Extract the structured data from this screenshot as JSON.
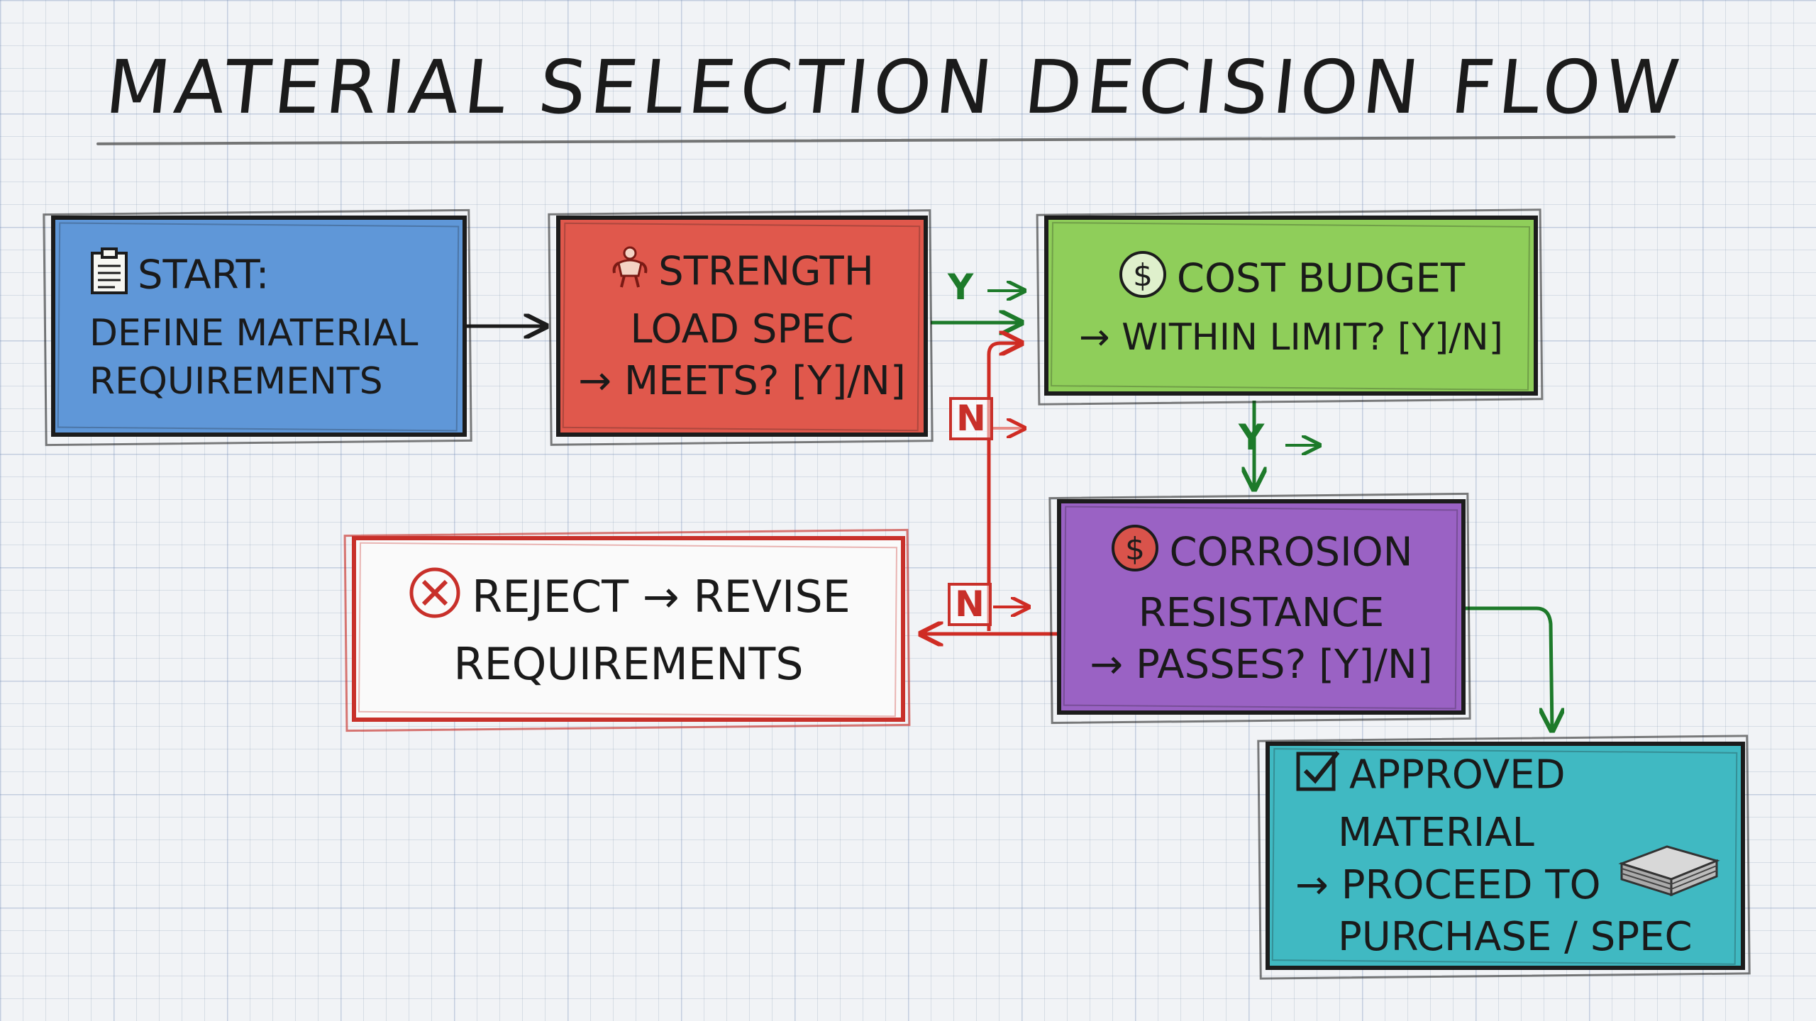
{
  "title": "MATERIAL SELECTION DECISION FLOW",
  "nodes": {
    "start": {
      "line1": "START:",
      "line2": "DEFINE MATERIAL",
      "line3": "REQUIREMENTS",
      "icon": "clipboard-icon",
      "color": "#5f97d8"
    },
    "strength": {
      "line1": "STRENGTH",
      "line2": "LOAD SPEC",
      "line3": "→ MEETS? [Y]/N]",
      "icon": "strongman-icon",
      "color": "#e0584c"
    },
    "cost": {
      "line1": "COST BUDGET",
      "line2": "→ WITHIN LIMIT? [Y]/N]",
      "icon": "dollar-coin-icon",
      "color": "#8fce5a"
    },
    "corrosion": {
      "line1": "CORROSION",
      "line2": "RESISTANCE",
      "line3": "→ PASSES? [Y]/N]",
      "icon": "dollar-coin-icon",
      "color": "#9a62c4"
    },
    "reject": {
      "line1": "REJECT → REVISE",
      "line2": "REQUIREMENTS",
      "icon": "x-circle-icon",
      "color": "#c8302a"
    },
    "approved": {
      "line1": "APPROVED",
      "line2": "MATERIAL",
      "line3": "→ PROCEED TO",
      "line4": "PURCHASE / SPEC",
      "icon": "checkbox-icon",
      "color": "#40b9c2"
    }
  },
  "edge_labels": {
    "strength_to_cost_yes": "Y",
    "strength_to_reject_no": "N",
    "cost_to_corrosion_yes": "Y",
    "corrosion_to_reject_no": "N"
  },
  "colors": {
    "yes_arrow": "#1d7a2a",
    "no_arrow": "#cf2c24",
    "ink": "#1c1c1c"
  }
}
